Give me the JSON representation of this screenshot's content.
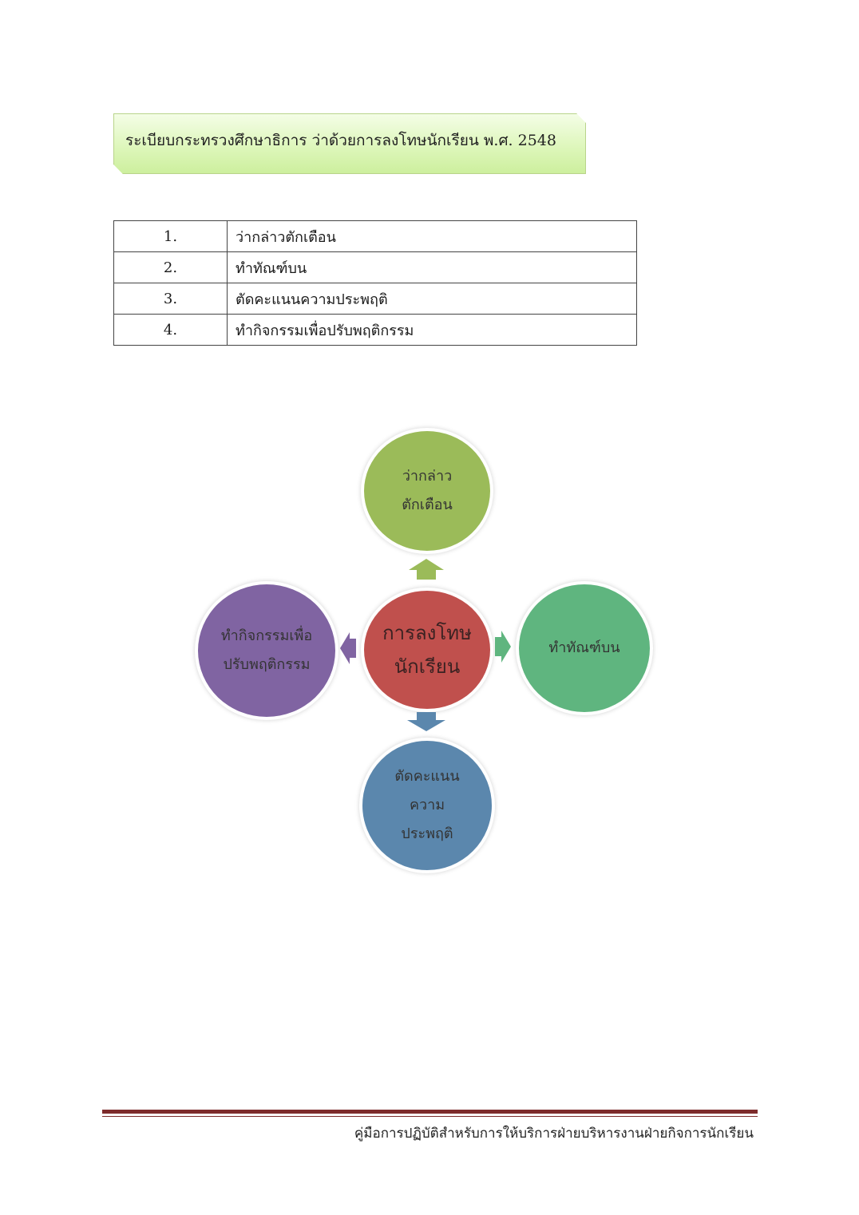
{
  "title": "ระเบียบกระทรวงศึกษาธิการ ว่าด้วยการลงโทษนักเรียน พ.ศ. 2548",
  "table": {
    "rows": [
      {
        "num": "1.",
        "text": "ว่ากล่าวตักเตือน"
      },
      {
        "num": "2.",
        "text": "ทำทัณฑ์บน"
      },
      {
        "num": "3.",
        "text": "ตัดคะแนนความประพฤติ"
      },
      {
        "num": "4.",
        "text": "ทำกิจกรรมเพื่อปรับพฤติกรรม"
      }
    ]
  },
  "diagram": {
    "center": {
      "line1": "การลงโทษ",
      "line2": "นักเรียน",
      "color": "#c0504d"
    },
    "top": {
      "line1": "ว่ากล่าว",
      "line2": "ตักเตือน",
      "color": "#9bbb59"
    },
    "right": {
      "line1": "ทำทัณฑ์บน",
      "color": "#5fb57f"
    },
    "bottom": {
      "line1": "ตัดคะแนน",
      "line2": "ความ",
      "line3": "ประพฤติ",
      "color": "#5b87ad"
    },
    "left": {
      "line1": "ทำกิจกรรมเพื่อ",
      "line2": "ปรับพฤติกรรม",
      "color": "#8064a2"
    }
  },
  "footer": {
    "text": "คู่มือการปฏิบัติสำหรับการให้บริการฝ่ายบริหารงานฝ่ายกิจการนักเรียน"
  }
}
